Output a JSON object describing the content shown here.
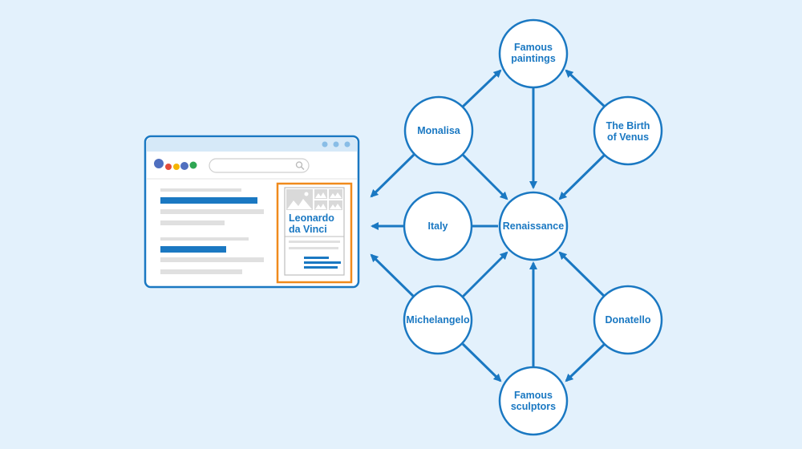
{
  "colors": {
    "background": "#e3f1fc",
    "accent": "#1a78c2",
    "highlight_border": "#f08a1c",
    "placeholder_line": "#e0e0e0",
    "result_bar": "#1a78c2",
    "logo_dots": [
      "#4f6fbf",
      "#e34b3a",
      "#f5b400",
      "#4f6fbf",
      "#2ea652"
    ]
  },
  "browser": {
    "icons": [
      "search-icon",
      "window-dot-icon",
      "image-placeholder-icon"
    ]
  },
  "knowledge_card": {
    "title_line1": "Leonardo",
    "title_line2": "da Vinci"
  },
  "nodes": {
    "famous_paintings": [
      "Famous",
      "paintings"
    ],
    "monalisa": [
      "Monalisa"
    ],
    "birth_of_venus": [
      "The Birth",
      "of Venus"
    ],
    "italy": [
      "Italy"
    ],
    "renaissance": [
      "Renaissance"
    ],
    "michelangelo": [
      "Michelangelo"
    ],
    "donatello": [
      "Donatello"
    ],
    "famous_sculptors": [
      "Famous",
      "sculptors"
    ]
  }
}
